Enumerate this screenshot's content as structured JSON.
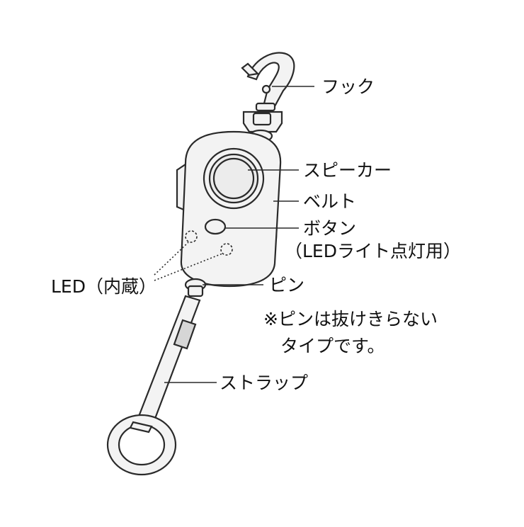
{
  "labels": {
    "hook": "フック",
    "speaker": "スピーカー",
    "belt": "ベルト",
    "button": "ボタン",
    "button_sub": "（LEDライト点灯用）",
    "led": "LED（内蔵）",
    "pin": "ピン",
    "note_line1": "※ピンは抜けきらない",
    "note_line2": "タイプです。",
    "strap": "ストラップ"
  },
  "colors": {
    "outline": "#2a2a2a",
    "body_fill": "#f3f3f3",
    "shade": "#d6d6d6",
    "background": "#ffffff"
  },
  "icons": {
    "hook": "carabiner-hook-icon",
    "speaker": "round-speaker-icon",
    "button": "oval-button-icon",
    "led": "dashed-led-circle-icon"
  }
}
